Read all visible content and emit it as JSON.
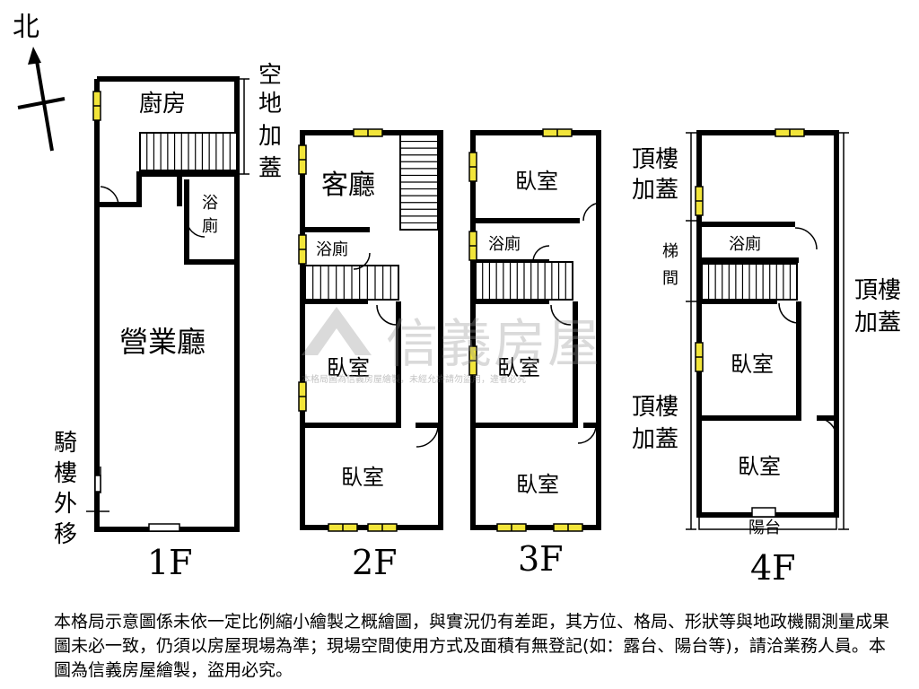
{
  "compass": {
    "north_label": "北"
  },
  "floors": [
    {
      "floor_label": "1F",
      "rooms": [
        "廚房",
        "浴\n廁",
        "營業廳"
      ],
      "annotations": [
        "空\n地\n加\n蓋",
        "騎\n樓\n外\n移"
      ]
    },
    {
      "floor_label": "2F",
      "rooms": [
        "客廳",
        "浴廁",
        "臥室",
        "臥室"
      ]
    },
    {
      "floor_label": "3F",
      "rooms": [
        "臥室",
        "浴廁",
        "臥室",
        "臥室"
      ]
    },
    {
      "floor_label": "4F",
      "rooms": [
        "浴廁",
        "臥室",
        "臥室",
        "陽台"
      ],
      "annotations": [
        "頂樓\n加蓋",
        "梯\n間",
        "頂樓\n加蓋",
        "頂樓\n加蓋"
      ]
    }
  ],
  "watermark": {
    "brand": "信義房屋",
    "notice": "本格局圖為信義房屋繪製，未經允許請勿盜用，違者必究"
  },
  "disclaimer": "本格局示意圖係未依一定比例縮小繪製之概繪圖，與實況仍有差距，其方位、格局、形狀等與地政機關測量成果圖未必一致，仍須以房屋現場為準；現場空間使用方式及面積有無登記(如：露台、陽台等)，請洽業務人員。本圖為信義房屋繪製，盜用必究。"
}
